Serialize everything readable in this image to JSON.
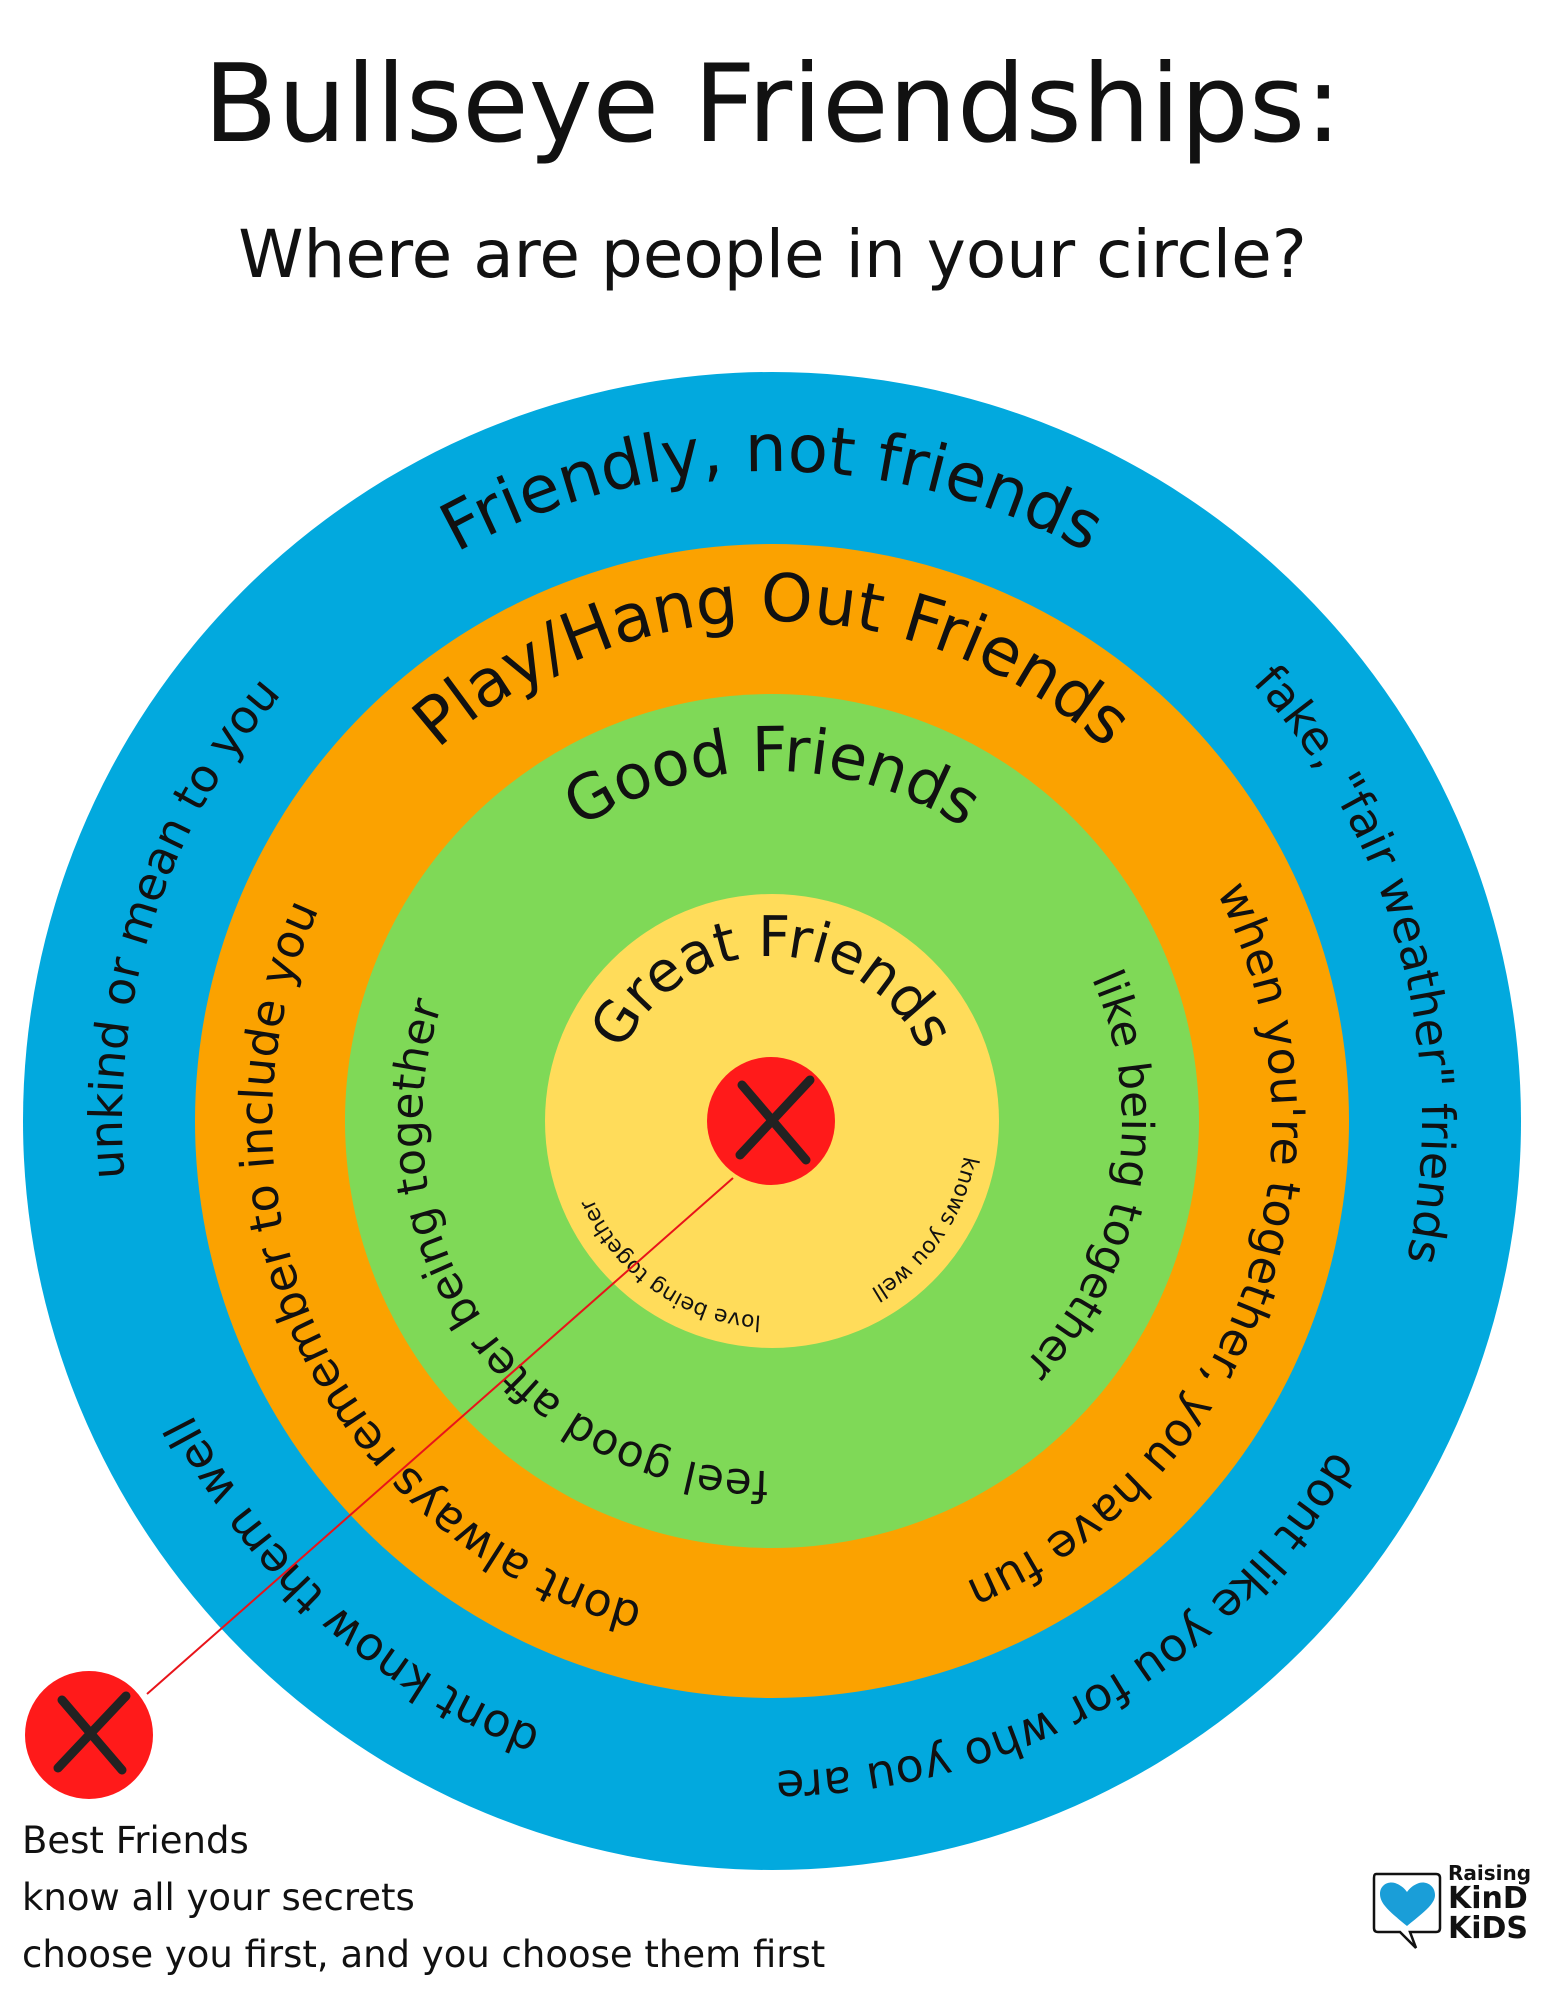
{
  "header": {
    "title": "Bullseye Friendships:",
    "subtitle": "Where are people in your circle?"
  },
  "rings": {
    "outer": {
      "title": "Friendly, not friends",
      "right": "fake, \"fair weather\" friends",
      "bottom_right": "dont like you for who you are",
      "bottom_left": "dont know them well",
      "left": "unkind or mean to you"
    },
    "play": {
      "title": "Play/Hang Out Friends",
      "right": "when you're together, you have fun",
      "left": "dont always remember to include you"
    },
    "good": {
      "title": "Good Friends",
      "right": "like being together",
      "left": "feel good after being together"
    },
    "great": {
      "title": "Great Friends",
      "right": "knows you well",
      "left": "love being together"
    }
  },
  "legend": {
    "title": "Best Friends",
    "line1": "know all your secrets",
    "line2": "choose you first, and you choose them first"
  },
  "logo": {
    "line1": "Raising",
    "line2": "KinD",
    "line3": "KiDS"
  },
  "colors": {
    "outer": "#02a9de",
    "play": "#fba200",
    "good": "#7fd957",
    "great": "#ffdc5a",
    "dot": "#ff1a1a",
    "heart": "#1a9ed8"
  }
}
